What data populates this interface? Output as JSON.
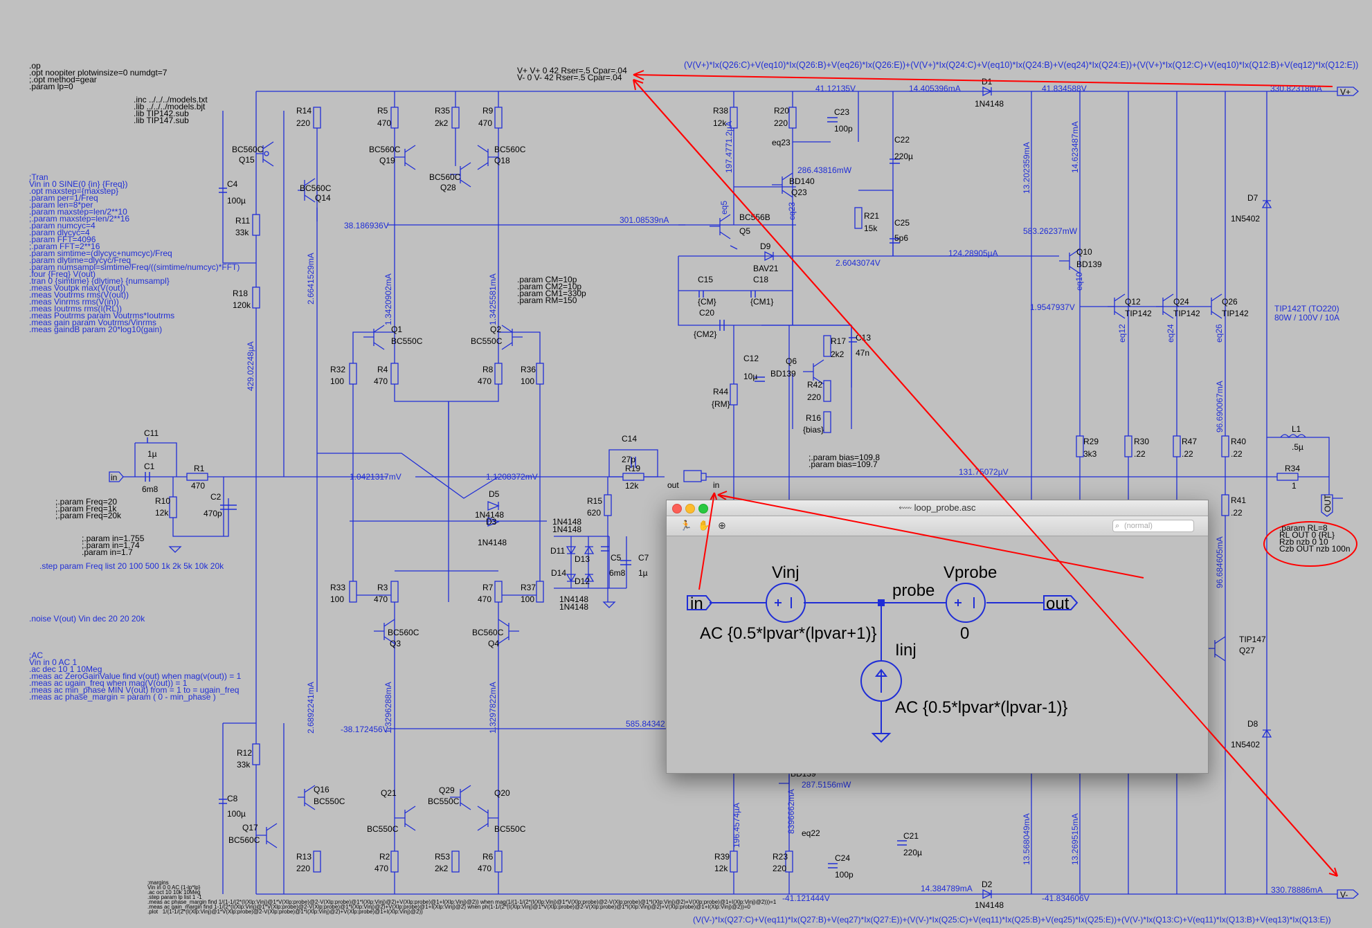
{
  "colors": {
    "wire": "#1f2dd6",
    "annotation": "#ff0000",
    "background": "#c0c0c0"
  },
  "directives": {
    "options": ".op\n.opt noopiter plotwinsize=0 numdgt=7\n;.opt method=gear\n.param lp=0",
    "libs": ".inc ../../../models.txt\n.lib ../../../models.bjt\n.lib TIP142.sub\n.lib TIP147.sub",
    "tran": ";Tran\nVin in 0 SINE(0 {in} {Freq})\n.opt maxstep={maxstep}\n.param per=1/Freq\n.param len=8*per\n.param maxstep=len/2**10\n;.param maxstep=len/2**16\n.param numcyc=4\n.param dlycyc=4\n.param FFT=4096\n;.param FFT=2**16\n.param simtime=(dlycyc+numcyc)/Freq\n.param dlytime=dlycyc/Freq\n.param numsampl=simtime/Freq/((simtime/numcyc)*FFT)\n.four {Freq} V(out)\n.tran 0 {simtime} {dlytime} {numsampl}\n.meas Voutpk max(V(out))\n.meas Voutrms rms(V(out))\n.meas Vinrms rms(V(in))\n.meas Ioutrms rms(I(RL))\n.meas Poutrms param Voutrms*Ioutrms\n.meas gain param Voutrms/Vinrms\n.meas gaindB param 20*log10(gain)",
    "freq": ";.param Freq=20\n;.param Freq=1k\n;.param Freq=20k",
    "param_in": ";.param in=1.755\n;.param in=1.74\n.param in=1.7",
    "step": ".step param Freq list 20 100 500 1k 2k 5k 10k 20k",
    "noise": ".noise V(out) Vin dec 20 20 20k",
    "ac": ";AC\nVin in 0 AC 1\n.ac dec 10 1 10Meg\n.meas ac ZeroGainValue find v(out) when mag(v(out)) = 1\n.meas ac ugain_freq when mag(V(out)) = 1\n.meas ac min_phase MIN V(out) from = 1 to = ugain_freq\n.meas ac phase_margin = param ( 0 - min_phase )",
    "margins": ";margins\nVin in 0 0 AC {1-lp*lp}\n.ac oct 10 10k 10Meg\n.step param lp list 1 -1\n.meas ac phase_margin find 1/(1-1/(2*(I(Xlp:Vinj)@1*V(Xlp:probe)@2-V(Xlp:probe)@1*I(Xlp:Vinj)@2)+V(Xlp:probe)@1+I(Xlp:Vinj)@2)) when mag(1/(1-1/(2*(I(Xlp:Vinj)@1*V(Xlp:probe)@2-V(Xlp:probe)@1*I(Xlp:Vinj)@2)+V(Xlp:probe)@1+I(Xlp:Vinj)@2)))=1\n.meas ac gain_margin find 1-1/(2*(I(Xlp:Vinj)@1*V(Xlp:probe)@2-V(Xlp:probe)@1*I(Xlp:Vinj)@2)+V(Xlp:probe)@1+I(Xlp:Vinj)@2) when ph(1-1/(2*(I(Xlp:Vinj)@1*V(Xlp:probe)@2-V(Xlp:probe)@1*I(Xlp:Vinj)@2)+V(Xlp:probe)@1+I(Xlp:Vinj)@2))=0\n.plot   1/(1-1/(2*(I(Xlp:Vinj)@1*V(Xlp:probe)@2-V(Xlp:probe)@1*I(Xlp:Vinj)@2)+V(Xlp:probe)@1+I(Xlp:Vinj)@2))",
    "supplies": "V+ V+ 0 42 Rser=.5 Cpar=.04\nV- 0 V- 42 Rser=.5 Cpar=.04",
    "params_cm": ".param CM=10p\n.param CM2=10p\n.param CM1=330p\n.param RM=150",
    "bias": ";.param bias=109.8\n.param bias=109.7",
    "load": ".param RL=8\nRL OUT 0 {RL}\nRzb nzb 0 10\nCzb OUT nzb 100n"
  },
  "power_expr_top": "(V(V+)*Ix(Q26:C)+V(eq10)*Ix(Q26:B)+V(eq26)*Ix(Q26:E))+(V(V+)*Ix(Q24:C)+V(eq10)*Ix(Q24:B)+V(eq24)*Ix(Q24:E))+(V(V+)*Ix(Q12:C)+V(eq10)*Ix(Q12:B)+V(eq12)*Ix(Q12:E))",
  "power_expr_bottom": "(V(V-)*Ix(Q27:C)+V(eq11)*Ix(Q27:B)+V(eq27)*Ix(Q27:E))+(V(V-)*Ix(Q25:C)+V(eq11)*Ix(Q25:B)+V(eq25)*Ix(Q25:E))+(V(V-)*Ix(Q13:C)+V(eq11)*Ix(Q13:B)+V(eq13)*Ix(Q13:E))",
  "transistor_note": "TIP142T (TO220)\n80W / 100V / 10A",
  "components": [
    {
      "ref": "Q15",
      "type": "BC560C"
    },
    {
      "ref": "Q14",
      "type": "BC560C"
    },
    {
      "ref": "Q19",
      "type": "BC560C"
    },
    {
      "ref": "Q28",
      "type": "BC560C"
    },
    {
      "ref": "Q18",
      "type": "BC560C"
    },
    {
      "ref": "Q1",
      "type": "BC550C"
    },
    {
      "ref": "Q2",
      "type": "BC550C"
    },
    {
      "ref": "Q3",
      "type": "BC560C"
    },
    {
      "ref": "Q4",
      "type": "BC560C"
    },
    {
      "ref": "Q16",
      "type": "BC550C"
    },
    {
      "ref": "Q17",
      "type": "BC560C"
    },
    {
      "ref": "Q21",
      "type": "BC550C"
    },
    {
      "ref": "Q29",
      "type": "BC550C"
    },
    {
      "ref": "Q20",
      "type": "BC550C"
    },
    {
      "ref": "Q5",
      "type": "BC556B"
    },
    {
      "ref": "Q23",
      "type": "BD140"
    },
    {
      "ref": "Q6",
      "type": "BD139"
    },
    {
      "ref": "Q10",
      "type": "BD139"
    },
    {
      "ref": "Q12",
      "type": "TIP142"
    },
    {
      "ref": "Q24",
      "type": "TIP142"
    },
    {
      "ref": "Q26",
      "type": "TIP142"
    },
    {
      "ref": "Q27",
      "type": "TIP147"
    },
    {
      "ref": "R14",
      "value": "220"
    },
    {
      "ref": "R11",
      "value": "33k"
    },
    {
      "ref": "R18",
      "value": "120k"
    },
    {
      "ref": "R5",
      "value": "470"
    },
    {
      "ref": "R35",
      "value": "2k2"
    },
    {
      "ref": "R9",
      "value": "470"
    },
    {
      "ref": "R32",
      "value": "100"
    },
    {
      "ref": "R4",
      "value": "470"
    },
    {
      "ref": "R8",
      "value": "470"
    },
    {
      "ref": "R36",
      "value": "100"
    },
    {
      "ref": "R33",
      "value": "100"
    },
    {
      "ref": "R3",
      "value": "470"
    },
    {
      "ref": "R7",
      "value": "470"
    },
    {
      "ref": "R37",
      "value": "100"
    },
    {
      "ref": "R12",
      "value": "33k"
    },
    {
      "ref": "R13",
      "value": "220"
    },
    {
      "ref": "R2",
      "value": "470"
    },
    {
      "ref": "R53",
      "value": "2k2"
    },
    {
      "ref": "R6",
      "value": "470"
    },
    {
      "ref": "R1",
      "value": "470"
    },
    {
      "ref": "R10",
      "value": "12k"
    },
    {
      "ref": "R15",
      "value": "620"
    },
    {
      "ref": "R19",
      "value": "12k"
    },
    {
      "ref": "R38",
      "value": "12k"
    },
    {
      "ref": "R20",
      "value": "220"
    },
    {
      "ref": "R21",
      "value": "15k"
    },
    {
      "ref": "R44",
      "value": "{RM}"
    },
    {
      "ref": "R17",
      "value": "2k2"
    },
    {
      "ref": "R42",
      "value": "220"
    },
    {
      "ref": "R16",
      "value": "{bias}"
    },
    {
      "ref": "R29",
      "value": "3k3"
    },
    {
      "ref": "R30",
      "value": ".22"
    },
    {
      "ref": "R47",
      "value": ".22"
    },
    {
      "ref": "R40",
      "value": ".22"
    },
    {
      "ref": "R41",
      "value": ".22"
    },
    {
      "ref": "R34",
      "value": "1"
    },
    {
      "ref": "R39",
      "value": "12k"
    },
    {
      "ref": "R23",
      "value": "220"
    },
    {
      "ref": "C4",
      "value": "100µ"
    },
    {
      "ref": "C11",
      "value": "1µ"
    },
    {
      "ref": "C1",
      "value": "6m8"
    },
    {
      "ref": "C2",
      "value": "470p"
    },
    {
      "ref": "C8",
      "value": "100µ"
    },
    {
      "ref": "C14",
      "value": "27p"
    },
    {
      "ref": "C5",
      "value": "6m8"
    },
    {
      "ref": "C7",
      "value": "1µ"
    },
    {
      "ref": "C23",
      "value": "100p"
    },
    {
      "ref": "C22",
      "value": "220µ"
    },
    {
      "ref": "C25",
      "value": "5p6"
    },
    {
      "ref": "C15",
      "value": "{CM}"
    },
    {
      "ref": "C18",
      "value": "{CM1}"
    },
    {
      "ref": "C20",
      "value": "{CM2}"
    },
    {
      "ref": "C12",
      "value": "10µ"
    },
    {
      "ref": "C13",
      "value": "47n"
    },
    {
      "ref": "C21",
      "value": "220µ"
    },
    {
      "ref": "C24",
      "value": "100p"
    },
    {
      "ref": "D1",
      "value": "1N4148"
    },
    {
      "ref": "D2",
      "value": "1N4148"
    },
    {
      "ref": "D5",
      "value": "1N4148"
    },
    {
      "ref": "D3",
      "value": "1N4148"
    },
    {
      "ref": "D9",
      "value": "BAV21"
    },
    {
      "ref": "D7",
      "value": "1N5402"
    },
    {
      "ref": "D8",
      "value": "1N5402"
    },
    {
      "ref": "L1",
      "value": ".5µ"
    }
  ],
  "diode_labels": {
    "d11_top": "1N4148\n1N4148",
    "d14_bot": "1N4148\n1N4148",
    "d11": "D11",
    "d13": "D13",
    "d14": "D14",
    "d12": "D12"
  },
  "net_values": {
    "v_top_c23": "41.12135V",
    "i_d1": "14.405396mA",
    "v_q10c": "41.834588V",
    "p_vplus": "330.82318mA",
    "i_r38": "197.4771.2µA",
    "p_q23": "286.43816mW",
    "v_q5b": "38.186936V",
    "i_q5": "301.08539nA",
    "i_r14": "2.6641529mA",
    "i_q18": "13.202359mA",
    "i_q10": "14.623487mA",
    "p_q10": "583.26237mW",
    "v_bias": "2.6043074V",
    "i_q10b": "124.28905µA",
    "v_eq10": "1.9547937V",
    "i_q1": "1.3420902mA",
    "i_q2": "1.3425581mA",
    "v_in_node": "1.0421317mV",
    "v_fb": "1.1208372mV",
    "v_out": "131.75072µV",
    "i_r18": "429.02248µA",
    "i_r40": "96.690067mA",
    "i_q16": "2.6892241mA",
    "i_q3": "1.3296288mA",
    "i_q4": "1.3297822mA",
    "v_neg_node": "-38.172456V",
    "i_q4e": "585.84342",
    "i_r41": "96.684605mA",
    "p_q22": "287.5156mW",
    "i_r39": "196.4574µA",
    "i_eq22": "8396662mA",
    "i_bot1": "13.568049mA",
    "i_bot2": "13.269515mA",
    "v_c24": "-41.121444V",
    "i_d2": "14.384789mA",
    "v_bot": "-41.834606V",
    "p_vminus": "330.78886mA"
  },
  "ports": {
    "in": "in",
    "vplus": "V+",
    "vminus": "V-",
    "out": "OUT",
    "out_label": "out",
    "in_label": "in"
  },
  "nets": {
    "eq23": "eq23",
    "eq5": "eq5",
    "cq23": "cq23",
    "eq10": "eq10",
    "eq12": "eq12",
    "eq24": "eq24",
    "eq26": "eq26",
    "eq22": "eq22",
    "bd139_bot": "BD139"
  },
  "probe_window": {
    "title": "loop_probe.asc",
    "search_placeholder": "(normal)",
    "vinj": "Vinj",
    "vinj_value": "AC {0.5*lpvar*(lpvar+1)}",
    "vprobe": "Vprobe",
    "vprobe_value": "0",
    "iinj": "Iinj",
    "iinj_value": "AC {0.5*lpvar*(lpvar-1)}",
    "probe_net": "probe",
    "in_port": "in",
    "out_port": "out"
  }
}
